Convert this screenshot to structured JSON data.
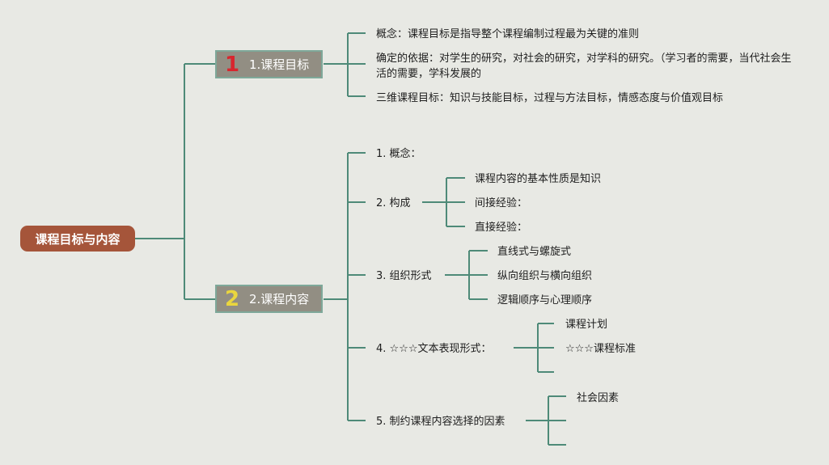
{
  "root": {
    "label": "课程目标与内容"
  },
  "branches": [
    {
      "number": "1",
      "label": "1.课程目标",
      "number_color": "#d8262e",
      "items": [
        {
          "text": "概念：课程目标是指导整个课程编制过程最为关键的准则"
        },
        {
          "text": "确定的依据：对学生的研究，对社会的研究，对学科的研究。（学习者的需要，当代社会生活的需要，学科发展的"
        },
        {
          "text": "三维课程目标：知识与技能目标，过程与方法目标，情感态度与价值观目标"
        }
      ]
    },
    {
      "number": "2",
      "label": "2.课程内容",
      "number_color": "#ead63e",
      "items": [
        {
          "text": "1. 概念：",
          "children": []
        },
        {
          "text": "2. 构成",
          "children": [
            "课程内容的基本性质是知识",
            "间接经验：",
            "直接经验："
          ]
        },
        {
          "text": "3. 组织形式",
          "children": [
            "直线式与螺旋式",
            "纵向组织与横向组织",
            "逻辑顺序与心理顺序"
          ]
        },
        {
          "text": "4. ☆☆☆文本表现形式：",
          "children": [
            "课程计划",
            "☆☆☆课程标准",
            ""
          ]
        },
        {
          "text": "5. 制约课程内容选择的因素",
          "children": [
            "社会因素",
            "",
            ""
          ]
        }
      ]
    }
  ],
  "colors": {
    "background": "#e8e9e4",
    "connector": "#4e8a78",
    "root_fill": "#a5553a",
    "branch_fill": "#928e83",
    "branch_border": "#7ea899"
  }
}
